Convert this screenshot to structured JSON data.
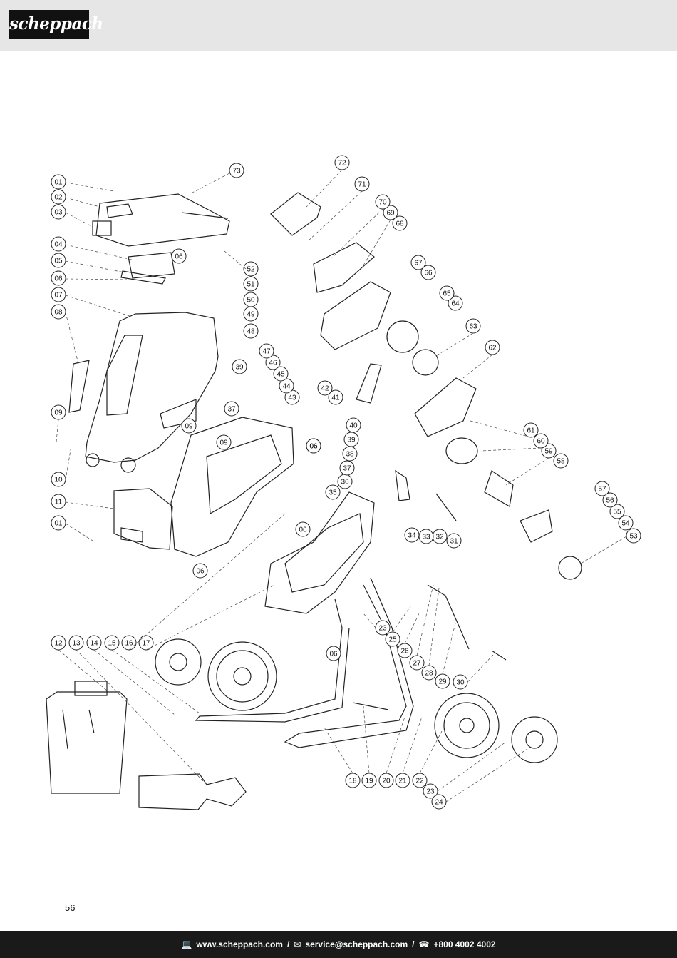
{
  "header": {
    "brand": "scheppach"
  },
  "diagram": {
    "callouts": [
      "01",
      "02",
      "03",
      "04",
      "05",
      "06",
      "07",
      "08",
      "09",
      "10",
      "11",
      "01",
      "12",
      "13",
      "14",
      "15",
      "16",
      "17",
      "18",
      "19",
      "20",
      "21",
      "22",
      "23",
      "24",
      "23",
      "25",
      "26",
      "27",
      "28",
      "29",
      "30",
      "31",
      "32",
      "33",
      "34",
      "35",
      "36",
      "37",
      "38",
      "39",
      "06",
      "40",
      "41",
      "42",
      "43",
      "44",
      "45",
      "46",
      "37",
      "39",
      "47",
      "48",
      "49",
      "50",
      "51",
      "06",
      "52",
      "53",
      "54",
      "55",
      "56",
      "57",
      "58",
      "59",
      "60",
      "61",
      "62",
      "63",
      "64",
      "65",
      "66",
      "67",
      "68",
      "69",
      "70",
      "71",
      "72",
      "73",
      "06",
      "06",
      "06",
      "09",
      "09",
      "06"
    ]
  },
  "page": {
    "number": "56"
  },
  "footer": {
    "website": "www.scheppach.com",
    "email": "service@scheppach.com",
    "phone": "+800 4002 4002",
    "separator": "/",
    "icons": [
      "computer-icon",
      "mail-icon",
      "phone-icon"
    ]
  }
}
